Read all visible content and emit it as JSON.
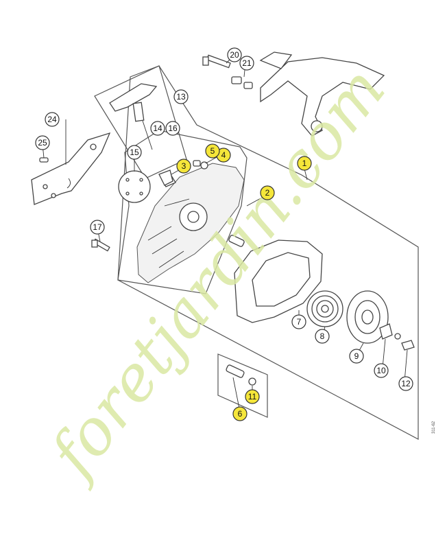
{
  "watermark": {
    "text": "foretjardin.com",
    "color": "#d9e8a2"
  },
  "colors": {
    "highlight": "#f5e63a",
    "line": "#444444"
  },
  "side_code": "311-62",
  "callouts": [
    {
      "id": "1",
      "highlighted": true
    },
    {
      "id": "2",
      "highlighted": true
    },
    {
      "id": "3",
      "highlighted": true
    },
    {
      "id": "4",
      "highlighted": true
    },
    {
      "id": "5",
      "highlighted": true
    },
    {
      "id": "6",
      "highlighted": true
    },
    {
      "id": "7",
      "highlighted": false
    },
    {
      "id": "8",
      "highlighted": false
    },
    {
      "id": "9",
      "highlighted": false
    },
    {
      "id": "10",
      "highlighted": false
    },
    {
      "id": "11",
      "highlighted": true
    },
    {
      "id": "12",
      "highlighted": false
    },
    {
      "id": "13",
      "highlighted": false
    },
    {
      "id": "14",
      "highlighted": false
    },
    {
      "id": "15",
      "highlighted": false
    },
    {
      "id": "16",
      "highlighted": false
    },
    {
      "id": "17",
      "highlighted": false
    },
    {
      "id": "20",
      "highlighted": false
    },
    {
      "id": "21",
      "highlighted": false
    },
    {
      "id": "24",
      "highlighted": false
    },
    {
      "id": "25",
      "highlighted": false
    }
  ]
}
